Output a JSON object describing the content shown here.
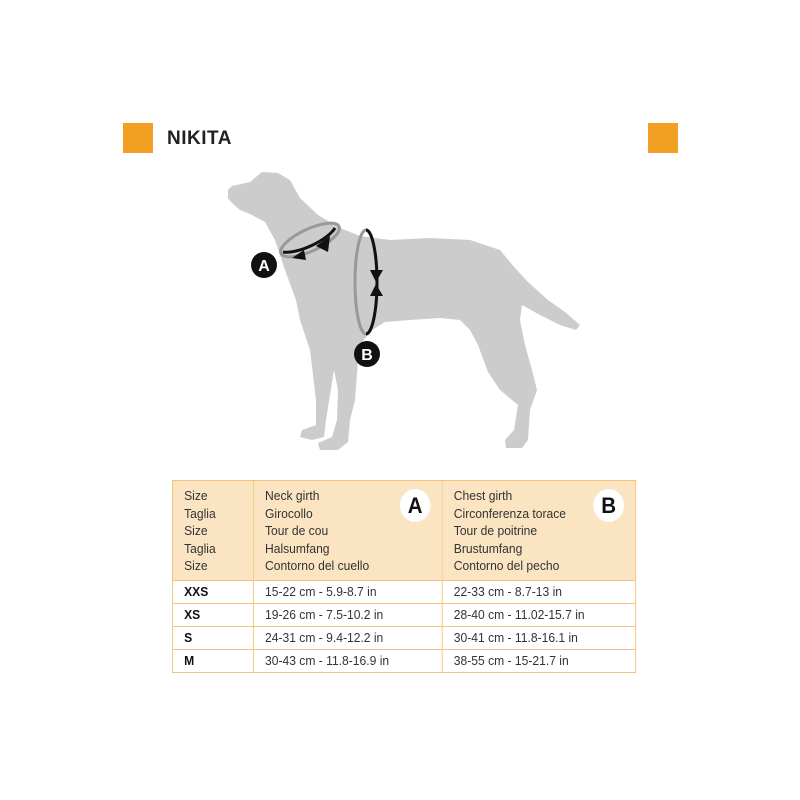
{
  "title": "NIKITA",
  "markers": {
    "a": "A",
    "b": "B"
  },
  "table": {
    "header": {
      "size": [
        "Size",
        "Taglia",
        "Size",
        "Taglia",
        "Size"
      ],
      "neck": [
        "Neck girth",
        "Girocollo",
        "Tour de cou",
        "Halsumfang",
        "Contorno del cuello"
      ],
      "chest": [
        "Chest girth",
        "Circonferenza torace",
        "Tour de poitrine",
        "Brustumfang",
        "Contorno del pecho"
      ]
    },
    "rows": [
      {
        "size": "XXS",
        "neck": "15-22 cm - 5.9-8.7 in",
        "chest": "22-33 cm - 8.7-13 in"
      },
      {
        "size": "XS",
        "neck": "19-26 cm - 7.5-10.2 in",
        "chest": "28-40 cm - 11.02-15.7 in"
      },
      {
        "size": "S",
        "neck": "24-31 cm - 9.4-12.2 in",
        "chest": "30-41 cm - 11.8-16.1 in"
      },
      {
        "size": "M",
        "neck": "30-43 cm - 11.8-16.9 in",
        "chest": "38-55 cm - 15-21.7 in"
      }
    ]
  },
  "colors": {
    "accent": "#f2a024",
    "header_bg": "#fbe4c2",
    "dog": "#cccccc"
  }
}
